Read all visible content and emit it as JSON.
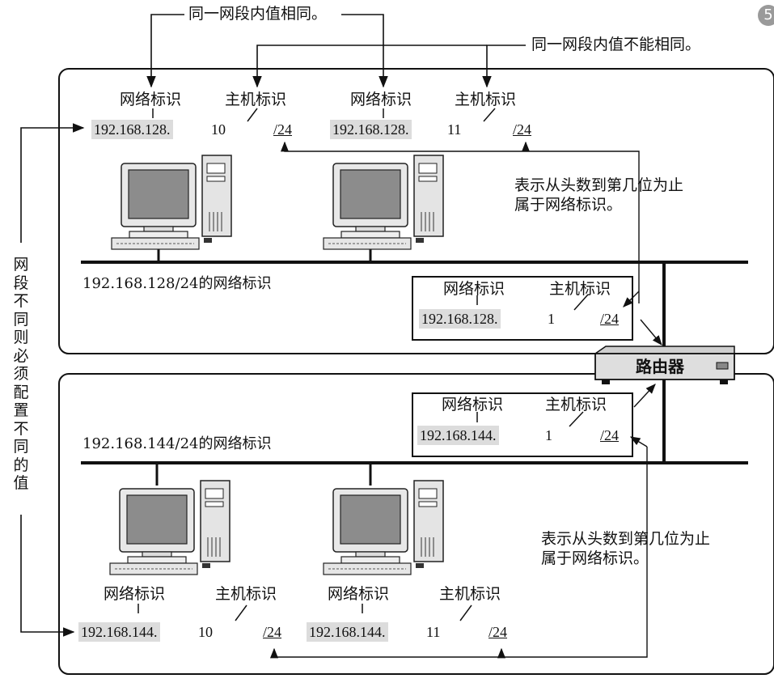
{
  "top_note": "同一网段内值相同。",
  "top_note_2": "同一网段内值不能相同。",
  "side_note": "网段不同则必须配置不同的值",
  "router": "路由器",
  "corner_glyph": "5",
  "net1": {
    "label": "192.168.128/24的网络标识",
    "host_a": {
      "net_label": "网络标识",
      "host_label": "主机标识",
      "net_id": "192.168.128.",
      "host_id": "10",
      "prefix": "/24"
    },
    "host_b": {
      "net_label": "网络标识",
      "host_label": "主机标识",
      "net_id": "192.168.128.",
      "host_id": "11",
      "prefix": "/24"
    },
    "router_if": {
      "net_label": "网络标识",
      "host_label": "主机标识",
      "net_id": "192.168.128.",
      "host_id": "1",
      "prefix": "/24"
    },
    "note": "表示从头数到第几位为止属于网络标识。"
  },
  "net2": {
    "label": "192.168.144/24的网络标识",
    "router_if": {
      "net_label": "网络标识",
      "host_label": "主机标识",
      "net_id": "192.168.144.",
      "host_id": "1",
      "prefix": "/24"
    },
    "host_a": {
      "net_label": "网络标识",
      "host_label": "主机标识",
      "net_id": "192.168.144.",
      "host_id": "10",
      "prefix": "/24"
    },
    "host_b": {
      "net_label": "网络标识",
      "host_label": "主机标识",
      "net_id": "192.168.144.",
      "host_id": "11",
      "prefix": "/24"
    },
    "note": "表示从头数到第几位为止属于网络标识。"
  }
}
